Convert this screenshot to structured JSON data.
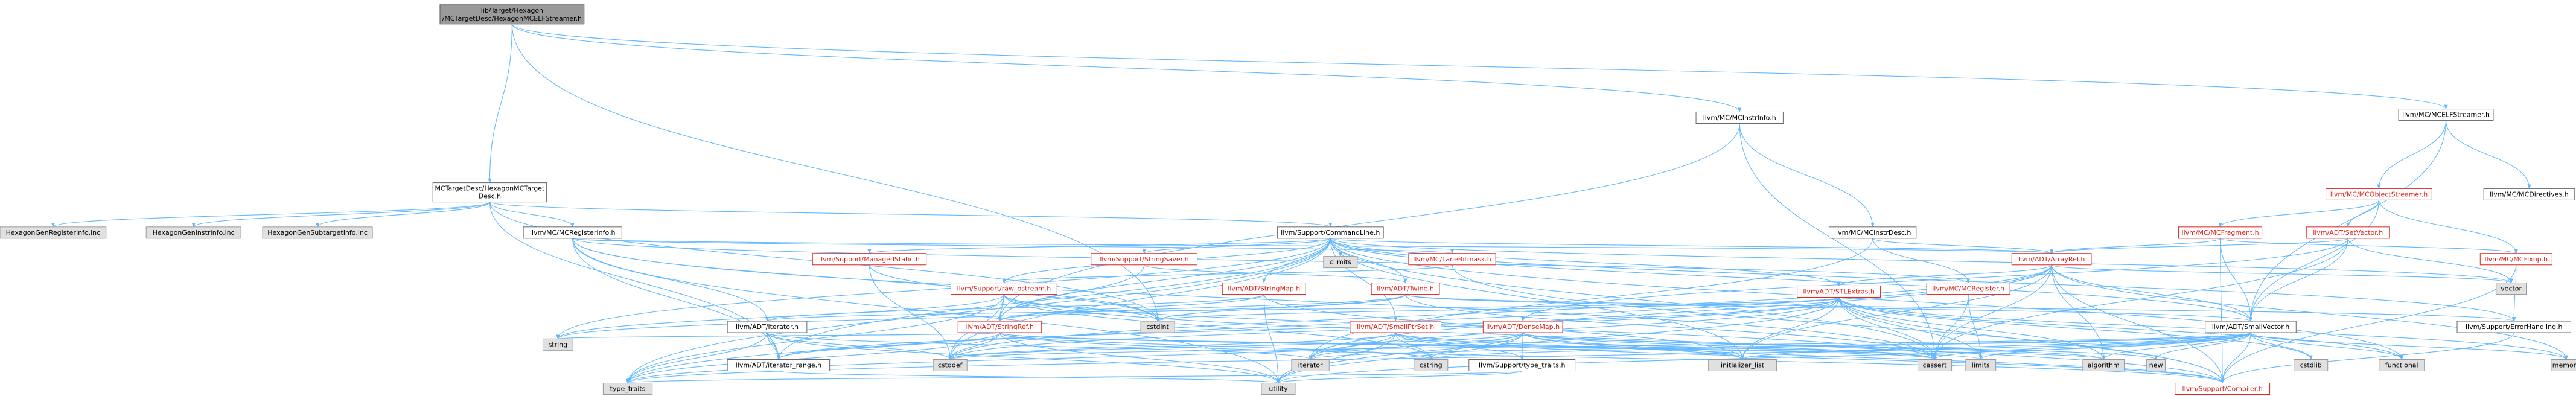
{
  "colors": {
    "edge": "#63b8ff",
    "red_text": "#e0201a",
    "system_fill": "#e0e0e0",
    "root_fill": "#9a9a9a"
  },
  "nodes": {
    "root": {
      "lines": [
        "lib/Target/Hexagon",
        "/MCTargetDesc/HexagonMCELFStreamer.h"
      ],
      "kind": "root"
    },
    "hexmctd": {
      "lines": [
        "MCTargetDesc/HexagonMCTarget",
        "Desc.h"
      ],
      "kind": "plain"
    },
    "mcinstinfo": {
      "lines": [
        "llvm/MC/MCInstrInfo.h"
      ],
      "kind": "plain"
    },
    "mcelfstreamer": {
      "lines": [
        "llvm/MC/MCELFStreamer.h"
      ],
      "kind": "plain"
    },
    "genreginfo": {
      "lines": [
        "HexagonGenRegisterInfo.inc"
      ],
      "kind": "sys"
    },
    "geninstrinfo": {
      "lines": [
        "HexagonGenInstrInfo.inc"
      ],
      "kind": "sys"
    },
    "gensubtarget": {
      "lines": [
        "HexagonGenSubtargetInfo.inc"
      ],
      "kind": "sys"
    },
    "mcreginfo": {
      "lines": [
        "llvm/MC/MCRegisterInfo.h"
      ],
      "kind": "plain"
    },
    "cmdline": {
      "lines": [
        "llvm/Support/CommandLine.h"
      ],
      "kind": "plain"
    },
    "mcinstrdesc": {
      "lines": [
        "llvm/MC/MCInstrDesc.h"
      ],
      "kind": "plain"
    },
    "mcobjstreamer": {
      "lines": [
        "llvm/MC/MCObjectStreamer.h"
      ],
      "kind": "red"
    },
    "mcdirectives": {
      "lines": [
        "llvm/MC/MCDirectives.h"
      ],
      "kind": "plain"
    },
    "mcfragment": {
      "lines": [
        "llvm/MC/MCFragment.h"
      ],
      "kind": "red"
    },
    "setvector": {
      "lines": [
        "llvm/ADT/SetVector.h"
      ],
      "kind": "red"
    },
    "managedstatic": {
      "lines": [
        "llvm/Support/ManagedStatic.h"
      ],
      "kind": "red"
    },
    "climits": {
      "lines": [
        "climits"
      ],
      "kind": "sys"
    },
    "stringsaver": {
      "lines": [
        "llvm/Support/StringSaver.h"
      ],
      "kind": "red"
    },
    "lanebitmask": {
      "lines": [
        "llvm/MC/LaneBitmask.h"
      ],
      "kind": "red"
    },
    "arrayref": {
      "lines": [
        "llvm/ADT/ArrayRef.h"
      ],
      "kind": "red"
    },
    "mcfixup": {
      "lines": [
        "llvm/MC/MCFixup.h"
      ],
      "kind": "red"
    },
    "vector": {
      "lines": [
        "vector"
      ],
      "kind": "sys"
    },
    "rawostream": {
      "lines": [
        "llvm/Support/raw_ostream.h"
      ],
      "kind": "red"
    },
    "stringmap": {
      "lines": [
        "llvm/ADT/StringMap.h"
      ],
      "kind": "red"
    },
    "twine": {
      "lines": [
        "llvm/ADT/Twine.h"
      ],
      "kind": "red"
    },
    "stlextras": {
      "lines": [
        "llvm/ADT/STLExtras.h"
      ],
      "kind": "red"
    },
    "mcregister": {
      "lines": [
        "llvm/MC/MCRegister.h"
      ],
      "kind": "red"
    },
    "iterator": {
      "lines": [
        "llvm/ADT/iterator.h"
      ],
      "kind": "plain"
    },
    "stringref": {
      "lines": [
        "llvm/ADT/StringRef.h"
      ],
      "kind": "red"
    },
    "smallptrset": {
      "lines": [
        "llvm/ADT/SmallPtrSet.h"
      ],
      "kind": "red"
    },
    "densemap": {
      "lines": [
        "llvm/ADT/DenseMap.h"
      ],
      "kind": "red"
    },
    "smallvector": {
      "lines": [
        "llvm/ADT/SmallVector.h"
      ],
      "kind": "plain"
    },
    "errorhandling": {
      "lines": [
        "llvm/Support/ErrorHandling.h"
      ],
      "kind": "plain"
    },
    "string": {
      "lines": [
        "string"
      ],
      "kind": "sys"
    },
    "iterrange": {
      "lines": [
        "llvm/ADT/iterator_range.h"
      ],
      "kind": "plain"
    },
    "cstdint": {
      "lines": [
        "cstdint"
      ],
      "kind": "sys"
    },
    "cstddef": {
      "lines": [
        "cstddef"
      ],
      "kind": "sys"
    },
    "cstring": {
      "lines": [
        "cstring"
      ],
      "kind": "sys"
    },
    "typetraits_h": {
      "lines": [
        "llvm/Support/type_traits.h"
      ],
      "kind": "plain"
    },
    "iteratorstd": {
      "lines": [
        "iterator"
      ],
      "kind": "sys"
    },
    "initlist": {
      "lines": [
        "initializer_list"
      ],
      "kind": "sys"
    },
    "cassert": {
      "lines": [
        "cassert"
      ],
      "kind": "sys"
    },
    "limits": {
      "lines": [
        "limits"
      ],
      "kind": "sys"
    },
    "algorithm": {
      "lines": [
        "algorithm"
      ],
      "kind": "sys"
    },
    "new": {
      "lines": [
        "new"
      ],
      "kind": "sys"
    },
    "cstdlib": {
      "lines": [
        "cstdlib"
      ],
      "kind": "sys"
    },
    "functional": {
      "lines": [
        "functional"
      ],
      "kind": "sys"
    },
    "memory": {
      "lines": [
        "memory"
      ],
      "kind": "sys"
    },
    "typetraits": {
      "lines": [
        "type_traits"
      ],
      "kind": "sys"
    },
    "utility": {
      "lines": [
        "utility"
      ],
      "kind": "sys"
    },
    "compiler": {
      "lines": [
        "llvm/Support/Compiler.h"
      ],
      "kind": "red"
    }
  },
  "edges": [
    [
      "root",
      "hexmctd"
    ],
    [
      "root",
      "mcinstinfo"
    ],
    [
      "root",
      "mcelfstreamer"
    ],
    [
      "root",
      "cstdint"
    ],
    [
      "hexmctd",
      "genreginfo"
    ],
    [
      "hexmctd",
      "geninstrinfo"
    ],
    [
      "hexmctd",
      "gensubtarget"
    ],
    [
      "hexmctd",
      "mcreginfo"
    ],
    [
      "hexmctd",
      "cmdline"
    ],
    [
      "hexmctd",
      "cstdint"
    ],
    [
      "hexmctd",
      "iterrange"
    ],
    [
      "mcinstinfo",
      "mcinstrdesc"
    ],
    [
      "mcinstinfo",
      "cassert"
    ],
    [
      "mcinstinfo",
      "stringref"
    ],
    [
      "mcelfstreamer",
      "mcobjstreamer"
    ],
    [
      "mcelfstreamer",
      "mcdirectives"
    ],
    [
      "mcelfstreamer",
      "smallvector"
    ],
    [
      "mcobjstreamer",
      "mcfragment"
    ],
    [
      "mcobjstreamer",
      "setvector"
    ],
    [
      "mcobjstreamer",
      "mcfixup"
    ],
    [
      "mcobjstreamer",
      "smallvector"
    ],
    [
      "mcfragment",
      "arrayref"
    ],
    [
      "mcfragment",
      "smallvector"
    ],
    [
      "mcfragment",
      "mcfixup"
    ],
    [
      "mcfragment",
      "compiler"
    ],
    [
      "setvector",
      "arrayref"
    ],
    [
      "setvector",
      "densemap"
    ],
    [
      "setvector",
      "smallvector"
    ],
    [
      "setvector",
      "vector"
    ],
    [
      "setvector",
      "cassert"
    ],
    [
      "mcfixup",
      "errorhandling"
    ],
    [
      "mcfixup",
      "compiler"
    ],
    [
      "mcreginfo",
      "arrayref"
    ],
    [
      "mcreginfo",
      "iterator"
    ],
    [
      "mcreginfo",
      "mcregister"
    ],
    [
      "mcreginfo",
      "lanebitmask"
    ],
    [
      "mcreginfo",
      "cassert"
    ],
    [
      "mcreginfo",
      "cstdint"
    ],
    [
      "mcreginfo",
      "utility"
    ],
    [
      "mcreginfo",
      "iterrange"
    ],
    [
      "cmdline",
      "managedstatic"
    ],
    [
      "cmdline",
      "climits"
    ],
    [
      "cmdline",
      "stringsaver"
    ],
    [
      "cmdline",
      "arrayref"
    ],
    [
      "cmdline",
      "stringmap"
    ],
    [
      "cmdline",
      "twine"
    ],
    [
      "cmdline",
      "stlextras"
    ],
    [
      "cmdline",
      "smallptrset"
    ],
    [
      "cmdline",
      "smallvector"
    ],
    [
      "cmdline",
      "rawostream"
    ],
    [
      "cmdline",
      "errorhandling"
    ],
    [
      "cmdline",
      "stringref"
    ],
    [
      "cmdline",
      "cassert"
    ],
    [
      "cmdline",
      "cstddef"
    ],
    [
      "cmdline",
      "functional"
    ],
    [
      "cmdline",
      "initlist"
    ],
    [
      "cmdline",
      "string"
    ],
    [
      "cmdline",
      "typetraits"
    ],
    [
      "cmdline",
      "vector"
    ],
    [
      "cmdline",
      "iterrange"
    ],
    [
      "mcinstrdesc",
      "arrayref"
    ],
    [
      "mcinstrdesc",
      "mcregister"
    ],
    [
      "mcinstrdesc",
      "iteratorstd"
    ],
    [
      "arrayref",
      "stlextras"
    ],
    [
      "arrayref",
      "smallvector"
    ],
    [
      "arrayref",
      "compiler"
    ],
    [
      "arrayref",
      "algorithm"
    ],
    [
      "arrayref",
      "array"
    ],
    [
      "arrayref",
      "cassert"
    ],
    [
      "arrayref",
      "cstddef"
    ],
    [
      "arrayref",
      "initlist"
    ],
    [
      "arrayref",
      "iteratorstd"
    ],
    [
      "arrayref",
      "memory"
    ],
    [
      "arrayref",
      "typetraits"
    ],
    [
      "arrayref",
      "vector"
    ],
    [
      "stlextras",
      "iterator"
    ],
    [
      "stlextras",
      "iterrange"
    ],
    [
      "stlextras",
      "compiler"
    ],
    [
      "stlextras",
      "algorithm"
    ],
    [
      "stlextras",
      "cassert"
    ],
    [
      "stlextras",
      "cstddef"
    ],
    [
      "stlextras",
      "cstdint"
    ],
    [
      "stlextras",
      "cstdlib"
    ],
    [
      "stlextras",
      "functional"
    ],
    [
      "stlextras",
      "initlist"
    ],
    [
      "stlextras",
      "iteratorstd"
    ],
    [
      "stlextras",
      "limits"
    ],
    [
      "stlextras",
      "memory"
    ],
    [
      "stlextras",
      "utility"
    ],
    [
      "twine",
      "smallvector"
    ],
    [
      "twine",
      "stringref"
    ],
    [
      "twine",
      "errorhandling"
    ],
    [
      "twine",
      "cassert"
    ],
    [
      "twine",
      "cstdint"
    ],
    [
      "twine",
      "string"
    ],
    [
      "rawostream",
      "stringref"
    ],
    [
      "rawostream",
      "compiler"
    ],
    [
      "rawostream",
      "cassert"
    ],
    [
      "rawostream",
      "cstddef"
    ],
    [
      "rawostream",
      "cstdint"
    ],
    [
      "rawostream",
      "cstring"
    ],
    [
      "rawostream",
      "string"
    ],
    [
      "rawostream",
      "typetraits"
    ],
    [
      "stringmap",
      "stringref"
    ],
    [
      "stringmap",
      "iterator"
    ],
    [
      "stringmap",
      "initlist"
    ],
    [
      "stringmap",
      "utility"
    ],
    [
      "stringref",
      "iterrange"
    ],
    [
      "stringref",
      "compiler"
    ],
    [
      "stringref",
      "algorithm"
    ],
    [
      "stringref",
      "cassert"
    ],
    [
      "stringref",
      "cstddef"
    ],
    [
      "stringref",
      "cstring"
    ],
    [
      "stringref",
      "limits"
    ],
    [
      "stringref",
      "string"
    ],
    [
      "stringref",
      "typetraits"
    ],
    [
      "stringref",
      "utility"
    ],
    [
      "iterator",
      "iterrange"
    ],
    [
      "iterator",
      "cstddef"
    ],
    [
      "iterator",
      "iteratorstd"
    ],
    [
      "iterator",
      "typetraits"
    ],
    [
      "iterator",
      "utility"
    ],
    [
      "iterrange",
      "utility"
    ],
    [
      "smallptrset",
      "compiler"
    ],
    [
      "smallptrset",
      "typetraits_h"
    ],
    [
      "smallptrset",
      "cassert"
    ],
    [
      "smallptrset",
      "cstddef"
    ],
    [
      "smallptrset",
      "cstring"
    ],
    [
      "smallptrset",
      "initlist"
    ],
    [
      "smallptrset",
      "iteratorstd"
    ],
    [
      "smallptrset",
      "utility"
    ],
    [
      "densemap",
      "compiler"
    ],
    [
      "densemap",
      "typetraits_h"
    ],
    [
      "densemap",
      "algorithm"
    ],
    [
      "densemap",
      "cassert"
    ],
    [
      "densemap",
      "cstddef"
    ],
    [
      "densemap",
      "cstring"
    ],
    [
      "densemap",
      "initlist"
    ],
    [
      "densemap",
      "iteratorstd"
    ],
    [
      "densemap",
      "new"
    ],
    [
      "densemap",
      "typetraits"
    ],
    [
      "densemap",
      "utility"
    ],
    [
      "smallvector",
      "compiler"
    ],
    [
      "smallvector",
      "algorithm"
    ],
    [
      "smallvector",
      "cassert"
    ],
    [
      "smallvector",
      "cstddef"
    ],
    [
      "smallvector",
      "cstdlib"
    ],
    [
      "smallvector",
      "cstring"
    ],
    [
      "smallvector",
      "functional"
    ],
    [
      "smallvector",
      "initlist"
    ],
    [
      "smallvector",
      "iteratorstd"
    ],
    [
      "smallvector",
      "limits"
    ],
    [
      "smallvector",
      "memory"
    ],
    [
      "smallvector",
      "new"
    ],
    [
      "smallvector",
      "typetraits"
    ],
    [
      "smallvector",
      "utility"
    ],
    [
      "typetraits_h",
      "typetraits"
    ],
    [
      "typetraits_h",
      "utility"
    ],
    [
      "errorhandling",
      "compiler"
    ],
    [
      "mcregister",
      "cassert"
    ],
    [
      "mcregister",
      "limits"
    ],
    [
      "stringsaver",
      "twine"
    ],
    [
      "stringsaver",
      "stringref"
    ],
    [
      "lanebitmask",
      "compiler"
    ],
    [
      "lanebitmask",
      "rawostream"
    ],
    [
      "managedstatic",
      "cstddef"
    ],
    [
      "managedstatic",
      "cstdint"
    ]
  ]
}
